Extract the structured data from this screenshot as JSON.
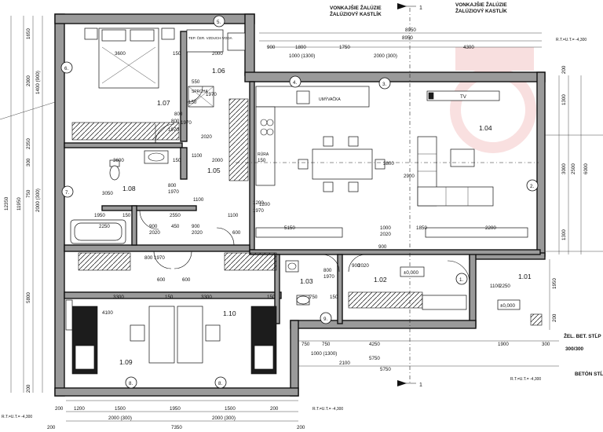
{
  "notes": {
    "blind_top_left": "VONKAJŠIE ŽALÚZIE",
    "blind_top_left_2": "ŽALÚZIOVÝ KASTLÍK",
    "blind_top_right": "VONKAJŠIE ŽALÚZIE",
    "blind_top_right_2": "ŽALÚZIOVÝ KASTLÍK",
    "tank": "TEP. ČER. VZDUCH-VODA",
    "sprcha": "SPRCHA",
    "umyvacka": "UMÝVAČKA",
    "tv": "TV",
    "ruza": "RÚRA",
    "level_top_right": "R.T.=U.T.= -4,300",
    "level_bottom_left": "R.T.=U.T.= -4,300",
    "level_bottom_mid": "R.T.=U.T.= -4,300",
    "level_bottom_right": "R.T.=U.T.= -4,300",
    "zel_bet": "ŽEL. BET. STĹP",
    "zel_bet_dim": "300/300",
    "beton": "BETÓN STĹ",
    "section_mark_top": "1",
    "section_mark_bottom": "1"
  },
  "rooms": {
    "r107": "1.07",
    "r106": "1.06",
    "r105": "1.05",
    "r108": "1.08",
    "r104": "1.04",
    "r103": "1.03",
    "r102": "1.02",
    "r101": "1.01",
    "r110": "1.10",
    "r109": "1.09"
  },
  "levels": {
    "l1": "±0,000",
    "l2": "±0,000"
  },
  "windows": [
    "1.",
    "2.",
    "3.",
    "4.",
    "5.",
    "6.",
    "7.",
    "8.",
    "8.",
    "9."
  ],
  "dims": {
    "top_8950": "8950",
    "top_8950b": "8950",
    "top_900": "900",
    "top_1800": "1800",
    "top_1750": "1750",
    "top_4300": "4300",
    "top_1000_1300": "1000 (1300)",
    "top_2000_300": "2000 (300)",
    "d3600a": "3600",
    "d150a": "150",
    "d2000a": "2000",
    "d3600b": "3600",
    "d150b": "150",
    "d550": "550",
    "d150c": "150",
    "d1970a": "1970",
    "d800a": "800",
    "d1970b": "1970",
    "d800b": "800",
    "d1970c": "1970",
    "d2000b": "2000",
    "d150d": "150",
    "d1100a": "1100",
    "d2020a": "2020",
    "d3050": "3050",
    "d1950": "1950",
    "d150e": "150",
    "d2550": "2550",
    "d1100b": "1100",
    "d1200": "1200",
    "d1970d": "1970",
    "d2250": "2250",
    "d900a": "900",
    "d450": "450",
    "d900b": "900",
    "d2020b": "2020",
    "d2020c": "2020",
    "d600a": "600",
    "d5150": "5150",
    "d1000a": "1000",
    "d1850": "1850",
    "d2200": "2200",
    "d2020d": "2020",
    "d900c": "900",
    "d3800": "3800",
    "d2900": "2900",
    "d800c": "800",
    "d1970e": "1970",
    "d800d": "800",
    "d1970f": "1970",
    "d600b": "600",
    "d600c": "600",
    "d800e": "800",
    "d1970g": "1970",
    "d900d": "900",
    "d2020e": "2020",
    "d3300a": "3300",
    "d150f": "150",
    "d3300b": "3300",
    "d150g": "150",
    "d750a": "750",
    "d150h": "150",
    "d4100": "4100",
    "d1100c": "1100",
    "d2250b": "2250",
    "d750b": "750",
    "d750c": "750",
    "d4250": "4250",
    "d1900": "1900",
    "d300": "300",
    "d1000_1300": "1000 (1300)",
    "d5750a": "5750",
    "d5750b": "5750",
    "d2100": "2100",
    "b1200": "1200",
    "b1500a": "1500",
    "b1950": "1950",
    "b1500b": "1500",
    "b2000_300a": "2000 (300)",
    "b2000_300b": "2000 (300)",
    "b7350": "7350",
    "b200": "200",
    "b200b": "200",
    "b200c": "200",
    "b200d": "200",
    "l1650": "1650",
    "l2000": "2000",
    "l1400_900": "1400 (900)",
    "l2350": "2350",
    "l300": "300",
    "l750": "750",
    "l2000_300": "2000 (300)",
    "l12350": "12350",
    "l11950": "11950",
    "l5800": "5800",
    "l200": "200",
    "r200a": "200",
    "r1300a": "1300",
    "r3000": "3000",
    "r2500": "2500",
    "r6000": "6000",
    "r1300b": "1300",
    "r1950": "1950",
    "r200b": "200",
    "m1200": "1200",
    "m1100": "1100"
  }
}
